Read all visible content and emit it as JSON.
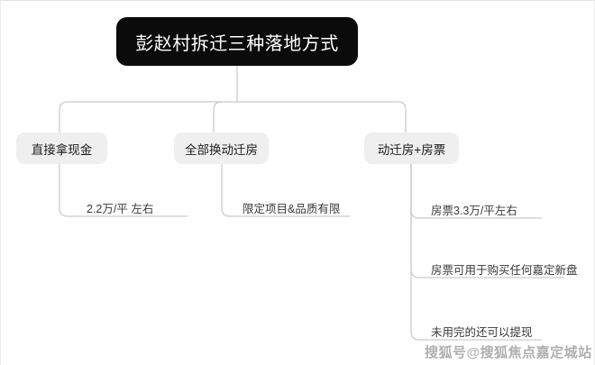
{
  "diagram": {
    "root": {
      "label": "彭赵村拆迁三种落地方式"
    },
    "branches": [
      {
        "label": "直接拿现金",
        "leaves": [
          {
            "text": "2.2万/平 左右"
          }
        ]
      },
      {
        "label": "全部换动迁房",
        "leaves": [
          {
            "text": "限定项目&品质有限"
          }
        ]
      },
      {
        "label": "动迁房+房票",
        "leaves": [
          {
            "text": "房票3.3万/平左右"
          },
          {
            "text": "房票可用于购买任何嘉定新盘"
          },
          {
            "text": "未用完的还可以提现"
          }
        ]
      }
    ]
  },
  "watermark": {
    "text": "搜狐号@搜狐焦点嘉定城站"
  },
  "colors": {
    "root_background": "#0b0b0b",
    "root_text": "#ffffff",
    "branch_background": "#efeff0",
    "branch_text": "#1c1c1c",
    "leaf_text": "#39393b",
    "connector_line": "#c9c9c9",
    "page_background": "#ffffff"
  }
}
